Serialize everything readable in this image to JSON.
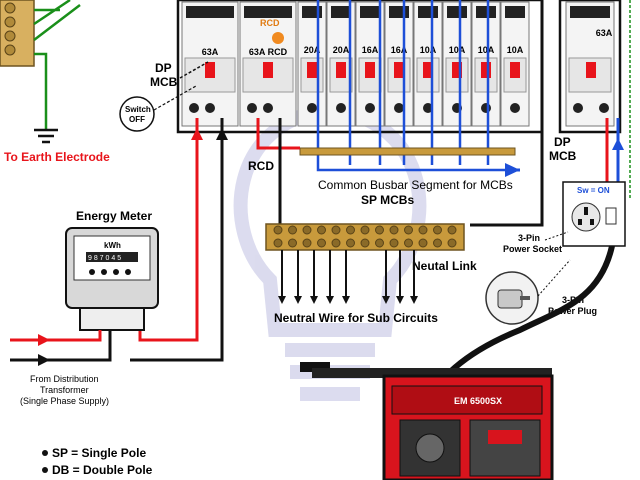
{
  "labels": {
    "earth": "To Earth Electrode",
    "dp_mcb_left_1": "DP",
    "dp_mcb_left_2": "MCB",
    "switch_off_1": "Switch",
    "switch_off_2": "OFF",
    "rcd_label": "RCD",
    "energy_meter": "Energy Meter",
    "kwh": "kWh",
    "meter_digits": "9 8 7 0 4 5",
    "busbar": "Common Busbar Segment for MCBs",
    "sp_mcbs": "SP MCBs",
    "neutral_link": "Neutal Link",
    "neutral_wire": "Neutral Wire for Sub Circuits",
    "dp_mcb_right_1": "DP",
    "dp_mcb_right_2": "MCB",
    "sw_on": "Sw = ON",
    "socket_1": "3-Pin",
    "socket_2": "Power Socket",
    "plug_1": "3-Pin",
    "plug_2": "Power Plug",
    "transformer_1": "From Distribution",
    "transformer_2": "Transformer",
    "transformer_3": "(Single Phase Supply)",
    "legend_sp": "SP = Single Pole",
    "legend_db": "DB = Double Pole",
    "generator_model": "EM 6500SX",
    "rcd_device_tag": "RCD"
  },
  "breakers": [
    {
      "rating": "63A"
    },
    {
      "rating": "63A RCD"
    },
    {
      "rating": "20A"
    },
    {
      "rating": "20A"
    },
    {
      "rating": "16A"
    },
    {
      "rating": "16A"
    },
    {
      "rating": "10A"
    },
    {
      "rating": "10A"
    },
    {
      "rating": "10A"
    },
    {
      "rating": "10A"
    }
  ],
  "right_breaker": {
    "rating": "63A"
  },
  "colors": {
    "live": "#e8141b",
    "neutral": "#1a1a1a",
    "bus_blue": "#1d4fd8",
    "earth": "#1a8f1a",
    "brass": "#c89a3c",
    "generator": "#d8141d",
    "watermark": "#b4b4d8"
  }
}
